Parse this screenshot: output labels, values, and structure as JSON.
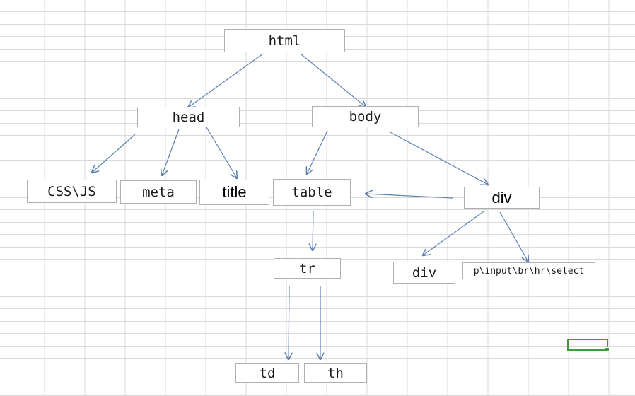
{
  "nodes": {
    "html": "html",
    "head": "head",
    "body": "body",
    "css_js": "CSS\\JS",
    "meta": "meta",
    "title": "title",
    "table": "table",
    "div_top": "div",
    "tr": "tr",
    "div_child": "div",
    "p_input": "p\\input\\br\\hr\\select",
    "td": "td",
    "th": "th"
  },
  "colors": {
    "edge": "#5b7fb0",
    "grid": "#d9d9d9",
    "selection": "#3c9b3a"
  }
}
